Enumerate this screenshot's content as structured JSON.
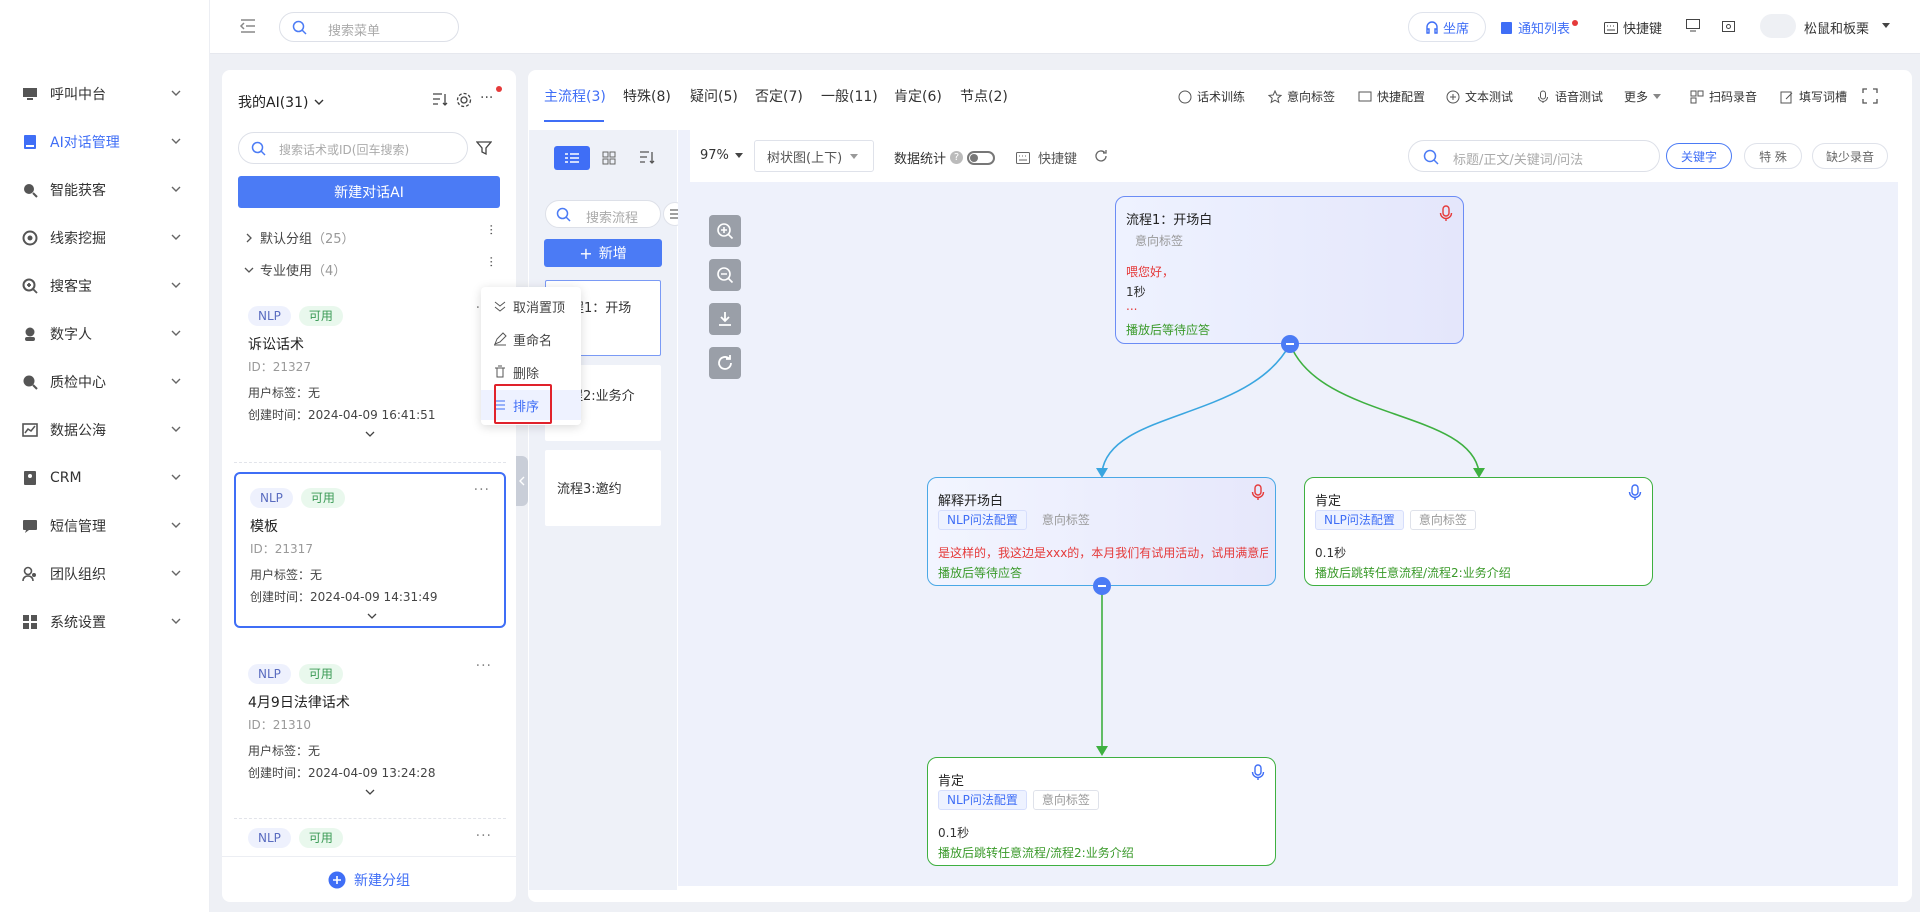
{
  "topbar": {
    "search_placeholder": "搜索菜单",
    "seat_label": "坐席",
    "notify_label": "通知列表",
    "shortcut_label": "快捷键",
    "user_name": "松鼠和板栗"
  },
  "sidebar": {
    "items": [
      {
        "label": "呼叫中台",
        "icon": "monitor-icon"
      },
      {
        "label": "AI对话管理",
        "icon": "book-icon"
      },
      {
        "label": "智能获客",
        "icon": "magnify-icon"
      },
      {
        "label": "线索挖掘",
        "icon": "target-icon"
      },
      {
        "label": "搜客宝",
        "icon": "search-plus-icon"
      },
      {
        "label": "数字人",
        "icon": "person-icon"
      },
      {
        "label": "质检中心",
        "icon": "check-search-icon"
      },
      {
        "label": "数据公海",
        "icon": "chart-icon"
      },
      {
        "label": "CRM",
        "icon": "contact-icon"
      },
      {
        "label": "短信管理",
        "icon": "message-icon"
      },
      {
        "label": "团队组织",
        "icon": "team-icon"
      },
      {
        "label": "系统设置",
        "icon": "grid-icon"
      }
    ],
    "active_index": 1
  },
  "list_panel": {
    "title": "我的AI(31)",
    "search_placeholder": "搜索话术或ID(回车搜索)",
    "new_button": "新建对话AI",
    "groups": [
      {
        "label": "默认分组",
        "count": "（25）"
      },
      {
        "label": "专业使用",
        "count": "（4）"
      }
    ],
    "cards": [
      {
        "tag1": "NLP",
        "tag2": "可用",
        "title": "诉讼话术",
        "id": "ID：21327",
        "user_tag": "用户标签：无",
        "created": "创建时间：2024-04-09 16:41:51"
      },
      {
        "tag1": "NLP",
        "tag2": "可用",
        "title": "模板",
        "id": "ID：21317",
        "user_tag": "用户标签：无",
        "created": "创建时间：2024-04-09 14:31:49"
      },
      {
        "tag1": "NLP",
        "tag2": "可用",
        "title": "4月9日法律话术",
        "id": "ID：21310",
        "user_tag": "用户标签：无",
        "created": "创建时间：2024-04-09 13:24:28"
      },
      {
        "tag1": "NLP",
        "tag2": "可用"
      }
    ],
    "new_group": "新建分组"
  },
  "context_menu": {
    "items": [
      "取消置顶",
      "重命名",
      "删除",
      "排序"
    ]
  },
  "main": {
    "tabs": [
      "主流程(3)",
      "特殊(8)",
      "疑问(5)",
      "否定(7)",
      "一般(11)",
      "肯定(6)",
      "节点(2)"
    ],
    "tools": [
      "话术训练",
      "意向标签",
      "快捷配置",
      "文本测试",
      "语音测试",
      "更多",
      "扫码录音",
      "填写词槽"
    ],
    "flow_search_placeholder": "搜索流程",
    "flow_add": "新增",
    "flows": [
      "流程1：开场",
      "流程2:业务介",
      "流程3:邀约"
    ],
    "zoom": "97%",
    "view_mode": "树状图(上下)",
    "data_stats": "数据统计",
    "shortcut": "快捷键",
    "canvas_search_placeholder": "标题/正文/关键词/问法",
    "filter_buttons": [
      "关键字",
      "特 殊",
      "缺少录音"
    ]
  },
  "nodes": {
    "n1": {
      "title": "流程1：开场白",
      "chip": "意向标签",
      "line1": "喂您好，",
      "line2": "1秒",
      "line3": "...",
      "action": "播放后等待应答"
    },
    "n2": {
      "title": "解释开场白",
      "chip1": "NLP问法配置",
      "chip2": "意向标签",
      "text": "是这样的，我这边是xxx的，本月我们有试用活动，试用满意后",
      "action": "播放后等待应答"
    },
    "n3": {
      "title": "肯定",
      "chip1": "NLP问法配置",
      "chip2": "意向标签",
      "line1": "0.1秒",
      "action": "播放后跳转任意流程/流程2:业务介绍"
    },
    "n4": {
      "title": "肯定",
      "chip1": "NLP问法配置",
      "chip2": "意向标签",
      "line1": "0.1秒",
      "action": "播放后跳转任意流程/流程2:业务介绍"
    }
  },
  "colors": {
    "accent": "#3f6ef6",
    "connector_blue": "#3aa6e0",
    "connector_green": "#3eb040",
    "highlight_red": "#e0222b"
  }
}
